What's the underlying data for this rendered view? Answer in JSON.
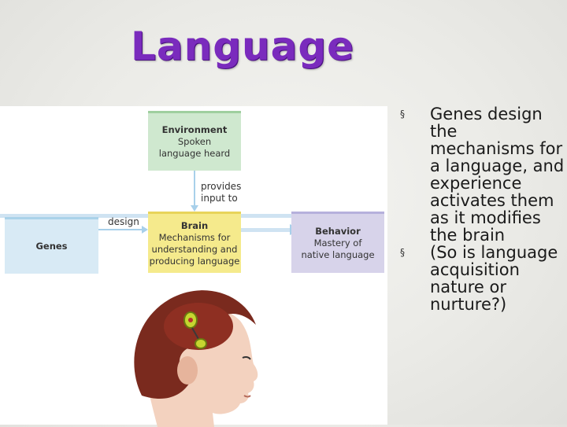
{
  "slide": {
    "title": "Language"
  },
  "figure": {
    "environment": {
      "title": "Environment",
      "line1": "Spoken",
      "line2": "language heard"
    },
    "genes": {
      "title": "Genes"
    },
    "brain": {
      "title": "Brain",
      "line1": "Mechanisms for",
      "line2": "understanding and",
      "line3": "producing language"
    },
    "behavior": {
      "title": "Behavior",
      "line1": "Mastery of",
      "line2": "native language"
    },
    "labels": {
      "design": "design",
      "provides_line1": "provides",
      "provides_line2": "input to"
    },
    "colors": {
      "environment": "#cfe8cf",
      "genes": "#d8eaf5",
      "brain": "#f5ea8c",
      "behavior": "#d7d3ea",
      "arrow": "#a8d0ea"
    }
  },
  "bullets": [
    {
      "marker": "§",
      "text": "Genes design the mechanisms for a language, and experience activates them as it modifies the brain"
    },
    {
      "marker": "§",
      "text": "(So is language acquisition nature or nurture?)"
    }
  ]
}
